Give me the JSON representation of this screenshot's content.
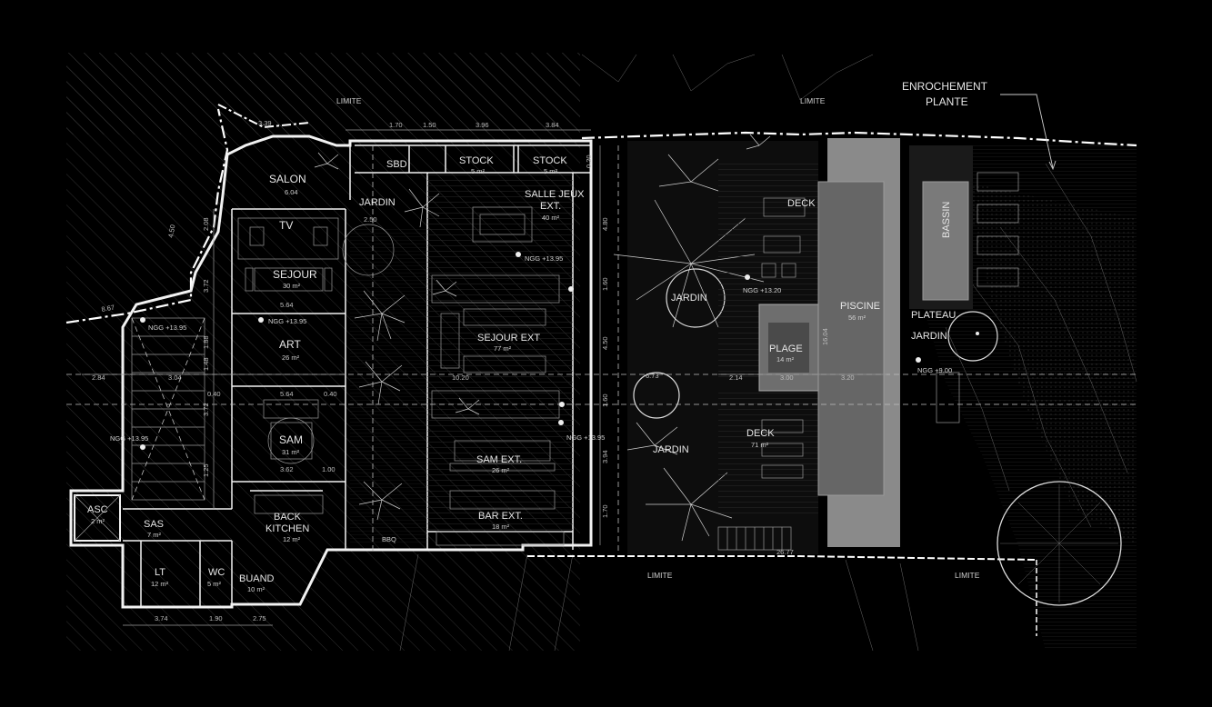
{
  "rooms": {
    "salon": {
      "name": "SALON",
      "area": "6.04"
    },
    "sbd": {
      "name": "SBD"
    },
    "stock1": {
      "name": "STOCK",
      "area": "5 m²"
    },
    "stock2": {
      "name": "STOCK",
      "area": "5 m²"
    },
    "jardin_top": {
      "name": "JARDIN"
    },
    "salle_jeux": {
      "name": "SALLE JEUX",
      "name2": "EXT.",
      "area": "40 m²"
    },
    "tv": {
      "name": "TV"
    },
    "sejour": {
      "name": "SEJOUR",
      "area": "30 m²"
    },
    "art": {
      "name": "ART",
      "area": "26 m²"
    },
    "sam": {
      "name": "SAM",
      "area": "31 m²"
    },
    "back_kitchen": {
      "name": "BACK",
      "name2": "KITCHEN",
      "area": "12 m²"
    },
    "sejour_ext": {
      "name": "SEJOUR EXT",
      "area": "77 m²"
    },
    "sam_ext": {
      "name": "SAM EXT.",
      "area": "26 m²"
    },
    "bar_ext": {
      "name": "BAR EXT.",
      "area": "18 m²"
    },
    "asc": {
      "name": "ASC",
      "area": "2 m²"
    },
    "sas": {
      "name": "SAS",
      "area": "7 m²"
    },
    "lt": {
      "name": "LT",
      "area": "12 m²"
    },
    "wc": {
      "name": "WC",
      "area": "5 m²"
    },
    "buand": {
      "name": "BUAND",
      "area": "10 m²"
    },
    "jardin_mid": {
      "name": "JARDIN"
    },
    "jardin_low": {
      "name": "JARDIN"
    },
    "deck_top": {
      "name": "DECK"
    },
    "deck_low": {
      "name": "DECK",
      "area": "71 m²"
    },
    "plage": {
      "name": "PLAGE",
      "area": "14 m²"
    },
    "piscine": {
      "name": "PISCINE",
      "area": "56 m²"
    },
    "bassin": {
      "name": "BASSIN"
    },
    "plateau": {
      "name": "PLATEAU",
      "name2": "JARDIN"
    }
  },
  "labels": {
    "limite": "LIMITE",
    "enrochement": "ENROCHEMENT",
    "plante": "PLANTE",
    "bbq": "BBQ"
  },
  "levels": {
    "ngg_1395": "NGG +13.95",
    "ngg_1320": "NGG +13.20",
    "ngg_900": "NGG +9.00"
  },
  "dims": {
    "d339": "3.39",
    "d170": "1.70",
    "d150": "1.50",
    "d396": "3.96",
    "d384": "3.84",
    "d480": "4.80",
    "d160": "1.60",
    "d450": "4.50",
    "d394": "3.94",
    "d170b": "1.70",
    "d250": "2.50",
    "d564": "5.64",
    "d040": "0.40",
    "d304": "3.04",
    "d284": "2.84",
    "d1020": "10.20",
    "d362": "3.62",
    "d100": "1.00",
    "d374": "3.74",
    "d190": "1.90",
    "d275": "2.75",
    "d673": "6.73",
    "d214": "2.14",
    "d300": "3.00",
    "d320": "3.20",
    "d1604": "16.04",
    "d2677": "26.77",
    "d867": "8.67",
    "d450v": "4.50",
    "d208": "2.08",
    "d372": "3.72",
    "d188": "1.88",
    "d148": "1.48",
    "d172": "1.72",
    "d125": "1.25",
    "d020": "0.20"
  },
  "colors": {
    "background": "#000000",
    "wall": "#f2f2f2",
    "pool": "#8a8a8a",
    "pool_inner": "#666666",
    "deck": "#1c1c1c"
  }
}
